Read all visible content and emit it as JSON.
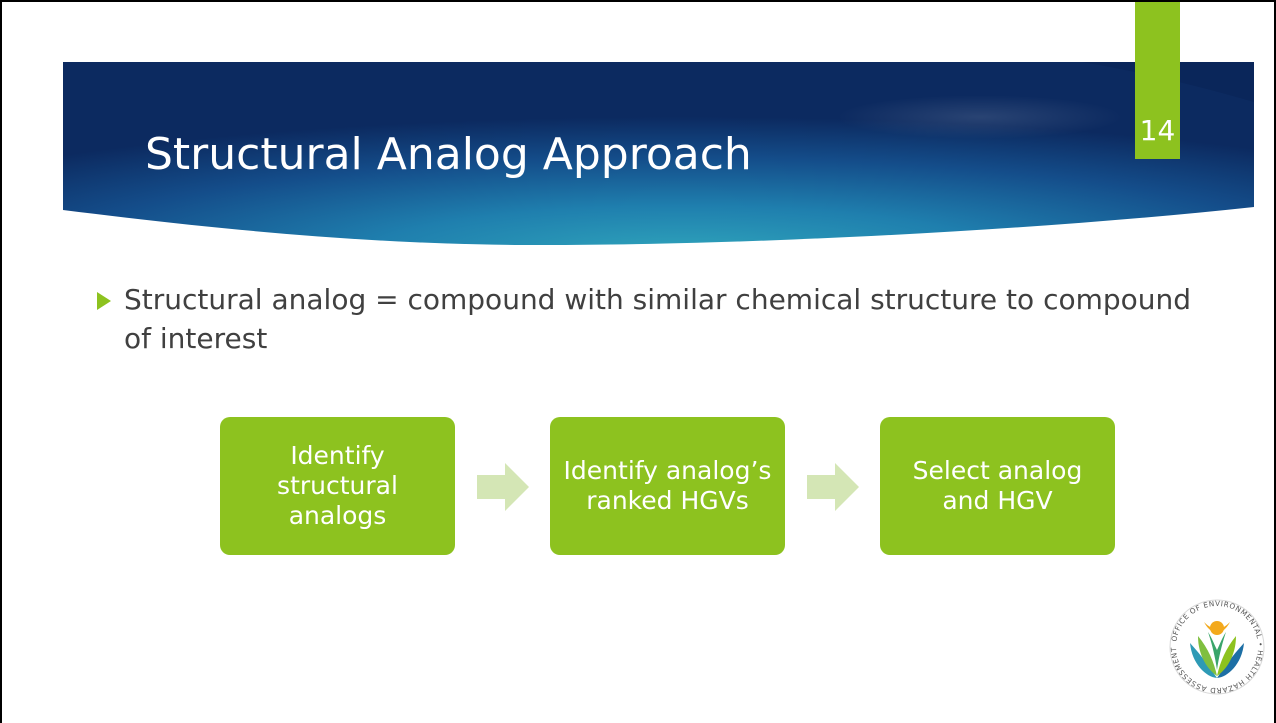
{
  "slide": {
    "title": "Structural Analog Approach",
    "page_number": "14"
  },
  "bullets": [
    {
      "text": "Structural analog = compound with similar chemical structure to compound of interest"
    }
  ],
  "process": {
    "steps": [
      {
        "label": "Identify structural analogs"
      },
      {
        "label": "Identify analog’s ranked HGVs"
      },
      {
        "label": "Select analog and HGV"
      }
    ]
  },
  "logo": {
    "name": "oehha-logo-icon",
    "text": "OFFICE OF ENVIRONMENTAL HEALTH HAZARD ASSESSMENT"
  },
  "colors": {
    "accent_green": "#8dc21f",
    "arrow_green": "#d4e6b5",
    "banner_dark": "#0d2d63",
    "banner_teal": "#2e9ab5",
    "text_gray": "#404040"
  }
}
